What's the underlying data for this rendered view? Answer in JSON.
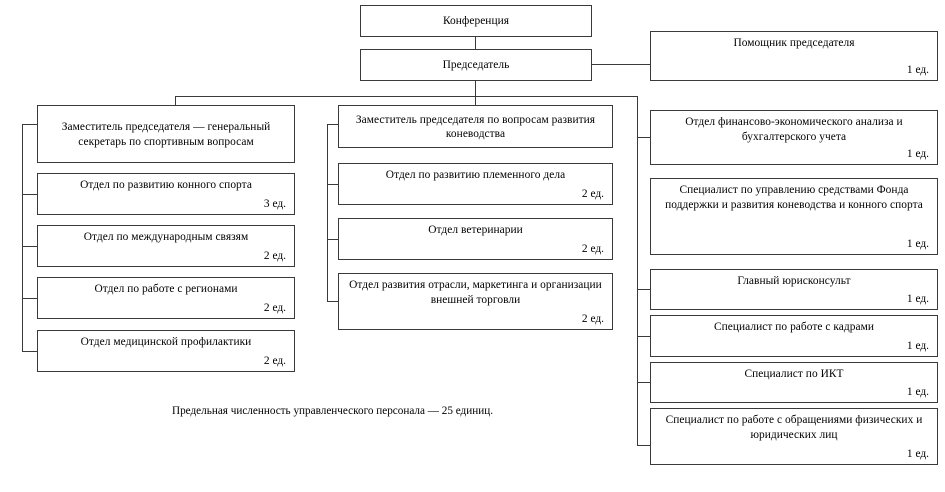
{
  "diagram": {
    "title_root": "Конференция",
    "chair": "Председатель",
    "footnote": "Предельная численность управленческого персонала — 25 единиц.",
    "unit_suffix": "ед.",
    "colors": {
      "border": "#3a3a3a",
      "background": "#ffffff",
      "text": "#000000"
    }
  },
  "nodes": {
    "root": {
      "label": "Конференция",
      "count": ""
    },
    "chair": {
      "label": "Председатель",
      "count": ""
    },
    "assistant": {
      "label": "Помощник председателя",
      "count": "1 ед."
    }
  },
  "columns": {
    "left": {
      "head": {
        "label": "Заместитель председателя — генеральный секретарь по спортивным вопросам",
        "count": ""
      },
      "items": [
        {
          "label": "Отдел по развитию конного спорта",
          "count": "3 ед."
        },
        {
          "label": "Отдел по международным связям",
          "count": "2 ед."
        },
        {
          "label": "Отдел по работе с регионами",
          "count": "2 ед."
        },
        {
          "label": "Отдел медицинской профилактики",
          "count": "2 ед."
        }
      ]
    },
    "middle": {
      "head": {
        "label": "Заместитель председателя по вопросам развития коневодства",
        "count": ""
      },
      "items": [
        {
          "label": "Отдел по развитию племенного дела",
          "count": "2 ед."
        },
        {
          "label": "Отдел ветеринарии",
          "count": "2 ед."
        },
        {
          "label": "Отдел развития отрасли, маркетинга и организации внешней торговли",
          "count": "2 ед."
        }
      ]
    },
    "right": {
      "items": [
        {
          "label": "Отдел финансово-экономического анализа и бухгалтерского учета",
          "count": "1 ед."
        },
        {
          "label": "Специалист по управлению средствами Фонда поддержки и развития коневодства и конного спорта",
          "count": "1 ед."
        },
        {
          "label": "Главный юрисконсульт",
          "count": "1 ед."
        },
        {
          "label": "Специалист по работе с кадрами",
          "count": "1 ед."
        },
        {
          "label": "Специалист по ИКТ",
          "count": "1 ед."
        },
        {
          "label": "Специалист по работе с обращениями физических и юридических лиц",
          "count": "1 ед."
        }
      ]
    }
  }
}
